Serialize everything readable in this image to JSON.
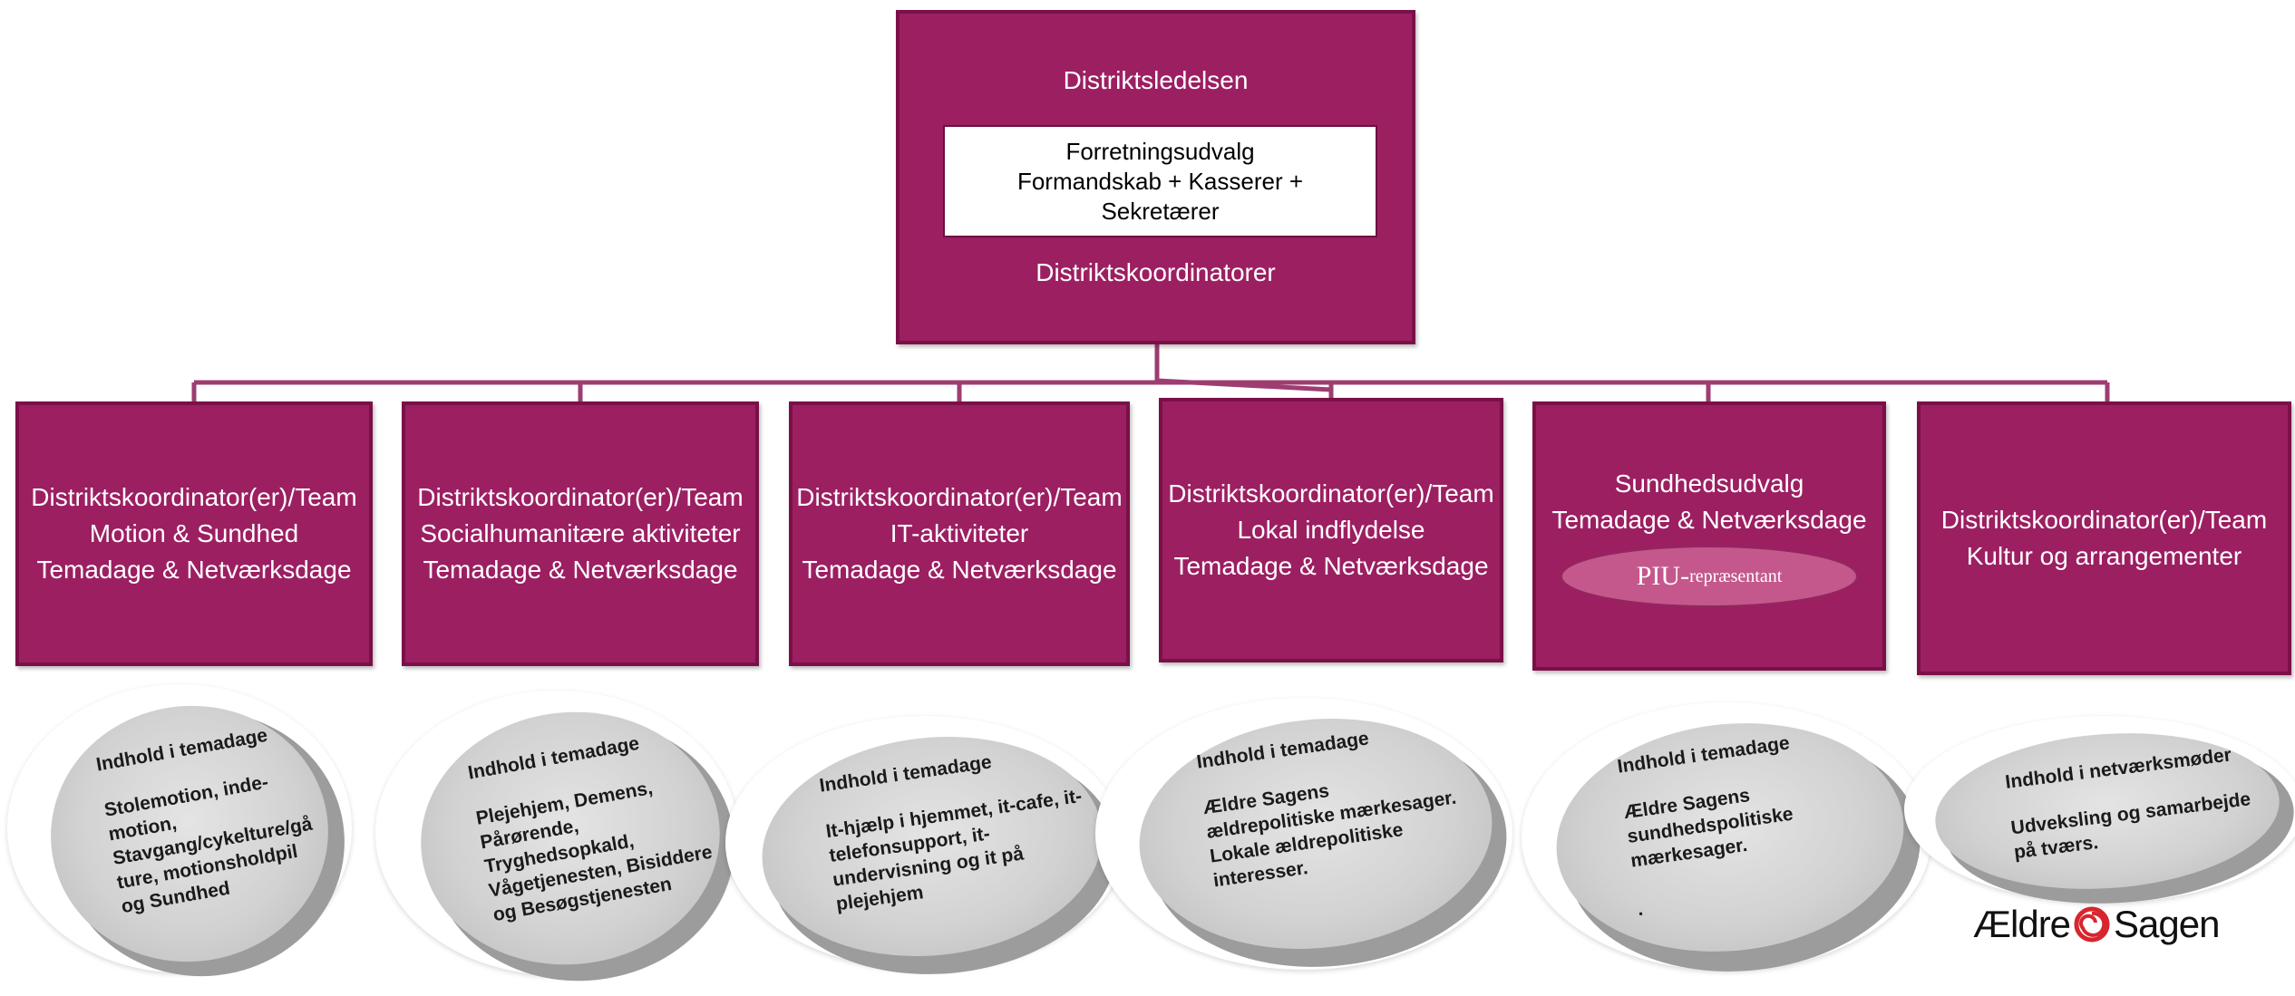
{
  "top_box": {
    "title": "Distriktsledelsen",
    "inner_lines": [
      "Forretningsudvalg",
      "Formandskab + Kasserer +",
      "Sekretærer"
    ],
    "bottom": "Distriktskoordinatorer"
  },
  "teams": [
    {
      "lines": [
        "Distriktskoordinator(er)/Team",
        "Motion & Sundhed",
        "Temadage & Netværksdage"
      ]
    },
    {
      "lines": [
        "Distriktskoordinator(er)/Team",
        "Socialhumanitære aktiviteter",
        "Temadage & Netværksdage"
      ]
    },
    {
      "lines": [
        "Distriktskoordinator(er)/Team",
        "IT-aktiviteter",
        "Temadage & Netværksdage"
      ]
    },
    {
      "lines": [
        "Distriktskoordinator(er)/Team",
        "Lokal indflydelse",
        "Temadage & Netværksdage"
      ]
    },
    {
      "lines": [
        "Sundhedsudvalg",
        "Temadage & Netværksdage"
      ],
      "badge": {
        "big": "PIU-",
        "small": " repræsentant"
      }
    },
    {
      "lines": [
        "Distriktskoordinator(er)/Team",
        "Kultur og arrangementer"
      ]
    }
  ],
  "ovals": [
    {
      "title": "Indhold i temadage",
      "body": "Stolemotion, inde-\nmotion,\nStavgang/cykelture/gå\nture, motionsholdpil\nog Sundhed"
    },
    {
      "title": "Indhold i temadage",
      "body": "Plejehjem, Demens,\nPårørende,\nTryghedsopkald,\nVågetjenesten, Bisiddere\nog Besøgstjenesten"
    },
    {
      "title": "Indhold i temadage",
      "body": "It-hjælp i hjemmet, it-cafe, it-\ntelefonsupport, it-\nundervisning og it på\nplejehjem"
    },
    {
      "title": "Indhold i temadage",
      "body": "Ældre Sagens\nældrepolitiske mærkesager.\nLokale ældrepolitiske\ninteresser."
    },
    {
      "title": "Indhold i temadage",
      "body": "Ældre Sagens\nsundhedspolitiske\nmærkesager.\n\n."
    },
    {
      "title": "Indhold i netværksmøder",
      "body": "Udveksling og samarbejde\npå tværs."
    }
  ],
  "logo": {
    "left": "Ældre",
    "right": "Sagen"
  },
  "colors": {
    "box": "#9c1f62",
    "connector": "#9e3d72",
    "oval": "#d2d2d2",
    "logo_accent": "#d7262e"
  }
}
